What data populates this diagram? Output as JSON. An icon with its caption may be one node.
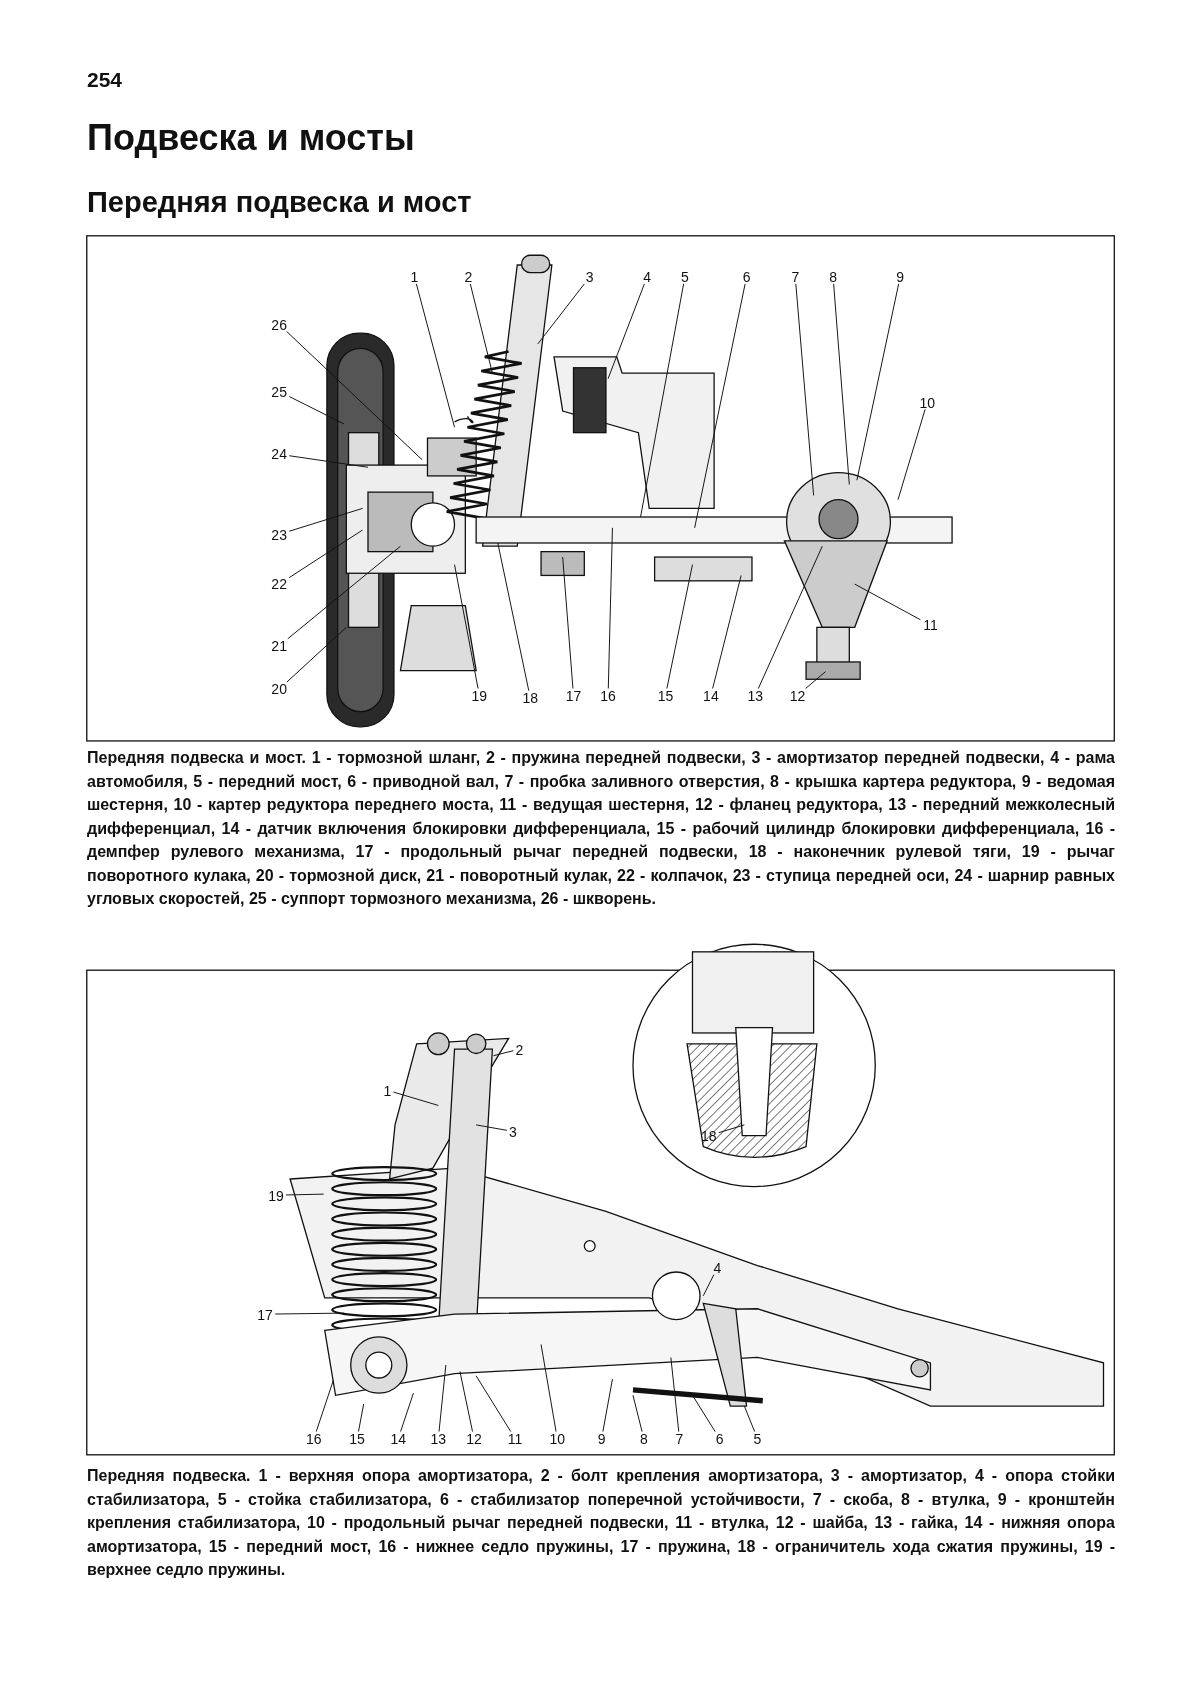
{
  "diagram": {
    "title": "Подвеска и мосты",
    "nodes": [
      {
        "text": [
          "1"
        ]
      },
      {
        "text": [
          "2"
        ]
      },
      {
        "text": [
          "3"
        ]
      },
      {
        "text": [
          "4"
        ]
      },
      {
        "text": [
          "5"
        ]
      },
      {
        "text": [
          "6"
        ]
      },
      {
        "text": [
          "7"
        ]
      },
      {
        "text": [
          "8"
        ]
      },
      {
        "text": [
          "9"
        ]
      },
      {
        "text": [
          "10"
        ]
      },
      {
        "text": [
          "11"
        ]
      },
      {
        "text": [
          "12"
        ]
      },
      {
        "text": [
          "13"
        ]
      },
      {
        "text": [
          "14"
        ]
      },
      {
        "text": [
          "15"
        ]
      },
      {
        "text": [
          "16"
        ]
      },
      {
        "text": [
          "17"
        ]
      },
      {
        "text": [
          "18"
        ]
      },
      {
        "text": [
          "19"
        ]
      },
      {
        "text": [
          "20"
        ]
      },
      {
        "text": [
          "21"
        ]
      },
      {
        "text": [
          "22"
        ]
      },
      {
        "text": [
          "23"
        ]
      },
      {
        "text": [
          "24"
        ]
      },
      {
        "text": [
          "25"
        ]
      },
      {
        "text": [
          "26"
        ]
      },
      {
        "text": [
          "1"
        ]
      },
      {
        "text": [
          "2"
        ]
      },
      {
        "text": [
          "3"
        ]
      },
      {
        "text": [
          "4"
        ]
      },
      {
        "text": [
          "5"
        ]
      },
      {
        "text": [
          "6"
        ]
      },
      {
        "text": [
          "7"
        ]
      },
      {
        "text": [
          "8"
        ]
      },
      {
        "text": [
          "9"
        ]
      },
      {
        "text": [
          "10"
        ]
      },
      {
        "text": [
          "11"
        ]
      },
      {
        "text": [
          "12"
        ]
      },
      {
        "text": [
          "13"
        ]
      },
      {
        "text": [
          "14"
        ]
      },
      {
        "text": [
          "15"
        ]
      },
      {
        "text": [
          "16"
        ]
      },
      {
        "text": [
          "17"
        ]
      },
      {
        "text": [
          "18"
        ]
      },
      {
        "text": [
          "19"
        ]
      }
    ],
    "edges": [
      {
        "from": 0,
        "to": null,
        "arrow": "none"
      },
      {
        "from": 1,
        "to": null,
        "arrow": "none"
      },
      {
        "from": 2,
        "to": null,
        "arrow": "none"
      },
      {
        "from": 3,
        "to": null,
        "arrow": "none"
      },
      {
        "from": 4,
        "to": null,
        "arrow": "none"
      },
      {
        "from": 5,
        "to": null,
        "arrow": "none"
      },
      {
        "from": 6,
        "to": null,
        "arrow": "none"
      },
      {
        "from": 7,
        "to": null,
        "arrow": "none"
      },
      {
        "from": 8,
        "to": null,
        "arrow": "none"
      },
      {
        "from": 9,
        "to": null,
        "arrow": "none"
      },
      {
        "from": 10,
        "to": null,
        "arrow": "none"
      },
      {
        "from": 11,
        "to": null,
        "arrow": "none"
      },
      {
        "from": 12,
        "to": null,
        "arrow": "none"
      },
      {
        "from": 13,
        "to": null,
        "arrow": "none"
      },
      {
        "from": 14,
        "to": null,
        "arrow": "none"
      },
      {
        "from": 15,
        "to": null,
        "arrow": "none"
      },
      {
        "from": 16,
        "to": null,
        "arrow": "none"
      },
      {
        "from": 17,
        "to": null,
        "arrow": "none"
      },
      {
        "from": 18,
        "to": null,
        "arrow": "none"
      },
      {
        "from": 19,
        "to": null,
        "arrow": "none"
      },
      {
        "from": 20,
        "to": null,
        "arrow": "none"
      },
      {
        "from": 21,
        "to": null,
        "arrow": "none"
      },
      {
        "from": 22,
        "to": null,
        "arrow": "none"
      },
      {
        "from": 23,
        "to": null,
        "arrow": "none"
      },
      {
        "from": 24,
        "to": null,
        "arrow": "none"
      },
      {
        "from": 25,
        "to": null,
        "arrow": "none"
      },
      {
        "from": 26,
        "to": null,
        "arrow": "none"
      },
      {
        "from": 27,
        "to": null,
        "arrow": "none"
      },
      {
        "from": 28,
        "to": null,
        "arrow": "none"
      },
      {
        "from": 29,
        "to": null,
        "arrow": "none"
      },
      {
        "from": 30,
        "to": null,
        "arrow": "none"
      },
      {
        "from": 31,
        "to": null,
        "arrow": "none"
      },
      {
        "from": 32,
        "to": null,
        "arrow": "none"
      },
      {
        "from": 33,
        "to": null,
        "arrow": "none"
      },
      {
        "from": 34,
        "to": null,
        "arrow": "none"
      },
      {
        "from": 35,
        "to": null,
        "arrow": "none"
      },
      {
        "from": 36,
        "to": null,
        "arrow": "none"
      },
      {
        "from": 37,
        "to": null,
        "arrow": "none"
      },
      {
        "from": 38,
        "to": null,
        "arrow": "none"
      },
      {
        "from": 39,
        "to": null,
        "arrow": "none"
      },
      {
        "from": 40,
        "to": null,
        "arrow": "none"
      },
      {
        "from": 41,
        "to": null,
        "arrow": "none"
      },
      {
        "from": 42,
        "to": null,
        "arrow": "none"
      },
      {
        "from": 43,
        "to": null,
        "arrow": "none"
      },
      {
        "from": 44,
        "to": null,
        "arrow": "none"
      }
    ],
    "labels": [
      "254",
      "Передняя подвеска и мост",
      "Передняя подвеска и мост. 1 - тормозной шланг, 2 - пружина передней подвески, 3 - амортизатор передней подвески, 4 - рама автомобиля, 5 - передний мост, 6 - приводной вал, 7 - пробка заливного отверстия, 8 - крышка картера редуктора, 9 - ведомая шестерня, 10 - картер редуктора переднего моста, 11 - ведущая шестерня, 12 - фланец редуктора, 13 - передний межколесный дифференциал, 14 - датчик включения блокировки дифференциала, 15 - рабочий цилиндр блокировки дифференциала, 16 - демпфер рулевого механизма, 17 - продольный рычаг передней подвески, 18 - наконечник рулевой тяги, 19 - рычаг поворотного кулака, 20 - тормозной диск, 21 - поворотный кулак, 22 - колпачок, 23 - ступица передней оси, 24 - шарнир равных угловых скоростей, 25 - суппорт тормозного механизма, 26 - шкворень.",
      "Передняя подвеска. 1 - верхняя опора амортизатора, 2 - болт крепления амортизатора, 3 - амортизатор, 4 - опора стойки стабилизатора, 5 - стойка стабилизатора, 6 - стабилизатор поперечной устойчивости, 7 - скоба, 8 - втулка, 9 - кронштейн крепления стабилизатора, 10 - продольный рычаг передней подвески, 11 - втулка, 12 - шайба, 13 - гайка, 14 - нижняя опора амортизатора, 15 - передний мост, 16 - нижнее седло пружины, 17 - пружина, 18 - ограничитель хода сжатия пружины, 19 - верхнее седло пружины."
    ]
  }
}
